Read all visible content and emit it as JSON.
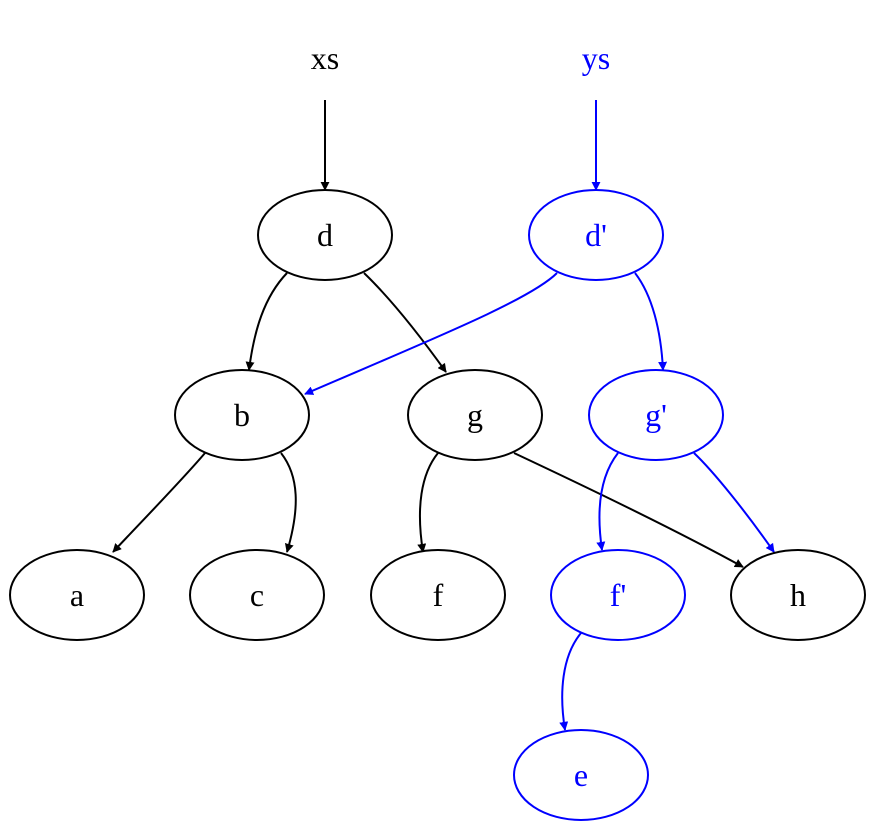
{
  "colors": {
    "old": "#000000",
    "new": "#0000ff"
  },
  "roots": [
    {
      "id": "xs",
      "label": "xs",
      "version": "old"
    },
    {
      "id": "ys",
      "label": "ys",
      "version": "new"
    }
  ],
  "nodes": [
    {
      "id": "d",
      "label": "d",
      "version": "old"
    },
    {
      "id": "d2",
      "label": "d'",
      "version": "new"
    },
    {
      "id": "b",
      "label": "b",
      "version": "old"
    },
    {
      "id": "g",
      "label": "g",
      "version": "old"
    },
    {
      "id": "g2",
      "label": "g'",
      "version": "new"
    },
    {
      "id": "a",
      "label": "a",
      "version": "old"
    },
    {
      "id": "c",
      "label": "c",
      "version": "old"
    },
    {
      "id": "f",
      "label": "f",
      "version": "old"
    },
    {
      "id": "f2",
      "label": "f'",
      "version": "new"
    },
    {
      "id": "h",
      "label": "h",
      "version": "old"
    },
    {
      "id": "e",
      "label": "e",
      "version": "new"
    }
  ],
  "edges": [
    {
      "from": "xs",
      "to": "d",
      "version": "old"
    },
    {
      "from": "ys",
      "to": "d2",
      "version": "new"
    },
    {
      "from": "d",
      "to": "b",
      "version": "old"
    },
    {
      "from": "d",
      "to": "g",
      "version": "old"
    },
    {
      "from": "d2",
      "to": "b",
      "version": "new"
    },
    {
      "from": "d2",
      "to": "g2",
      "version": "new"
    },
    {
      "from": "b",
      "to": "a",
      "version": "old"
    },
    {
      "from": "b",
      "to": "c",
      "version": "old"
    },
    {
      "from": "g",
      "to": "f",
      "version": "old"
    },
    {
      "from": "g",
      "to": "h",
      "version": "old"
    },
    {
      "from": "g2",
      "to": "f2",
      "version": "new"
    },
    {
      "from": "g2",
      "to": "h",
      "version": "new"
    },
    {
      "from": "f2",
      "to": "e",
      "version": "new"
    }
  ]
}
